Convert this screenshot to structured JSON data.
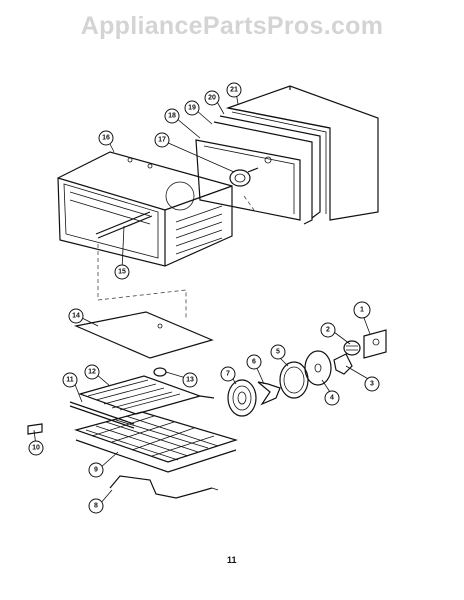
{
  "watermark": "AppliancePartsPros.com",
  "page_number": "11",
  "callouts": [
    "1",
    "2",
    "3",
    "4",
    "5",
    "6",
    "7",
    "8",
    "9",
    "10",
    "11",
    "12",
    "13",
    "14",
    "15",
    "16",
    "17",
    "18",
    "19",
    "20",
    "21"
  ]
}
